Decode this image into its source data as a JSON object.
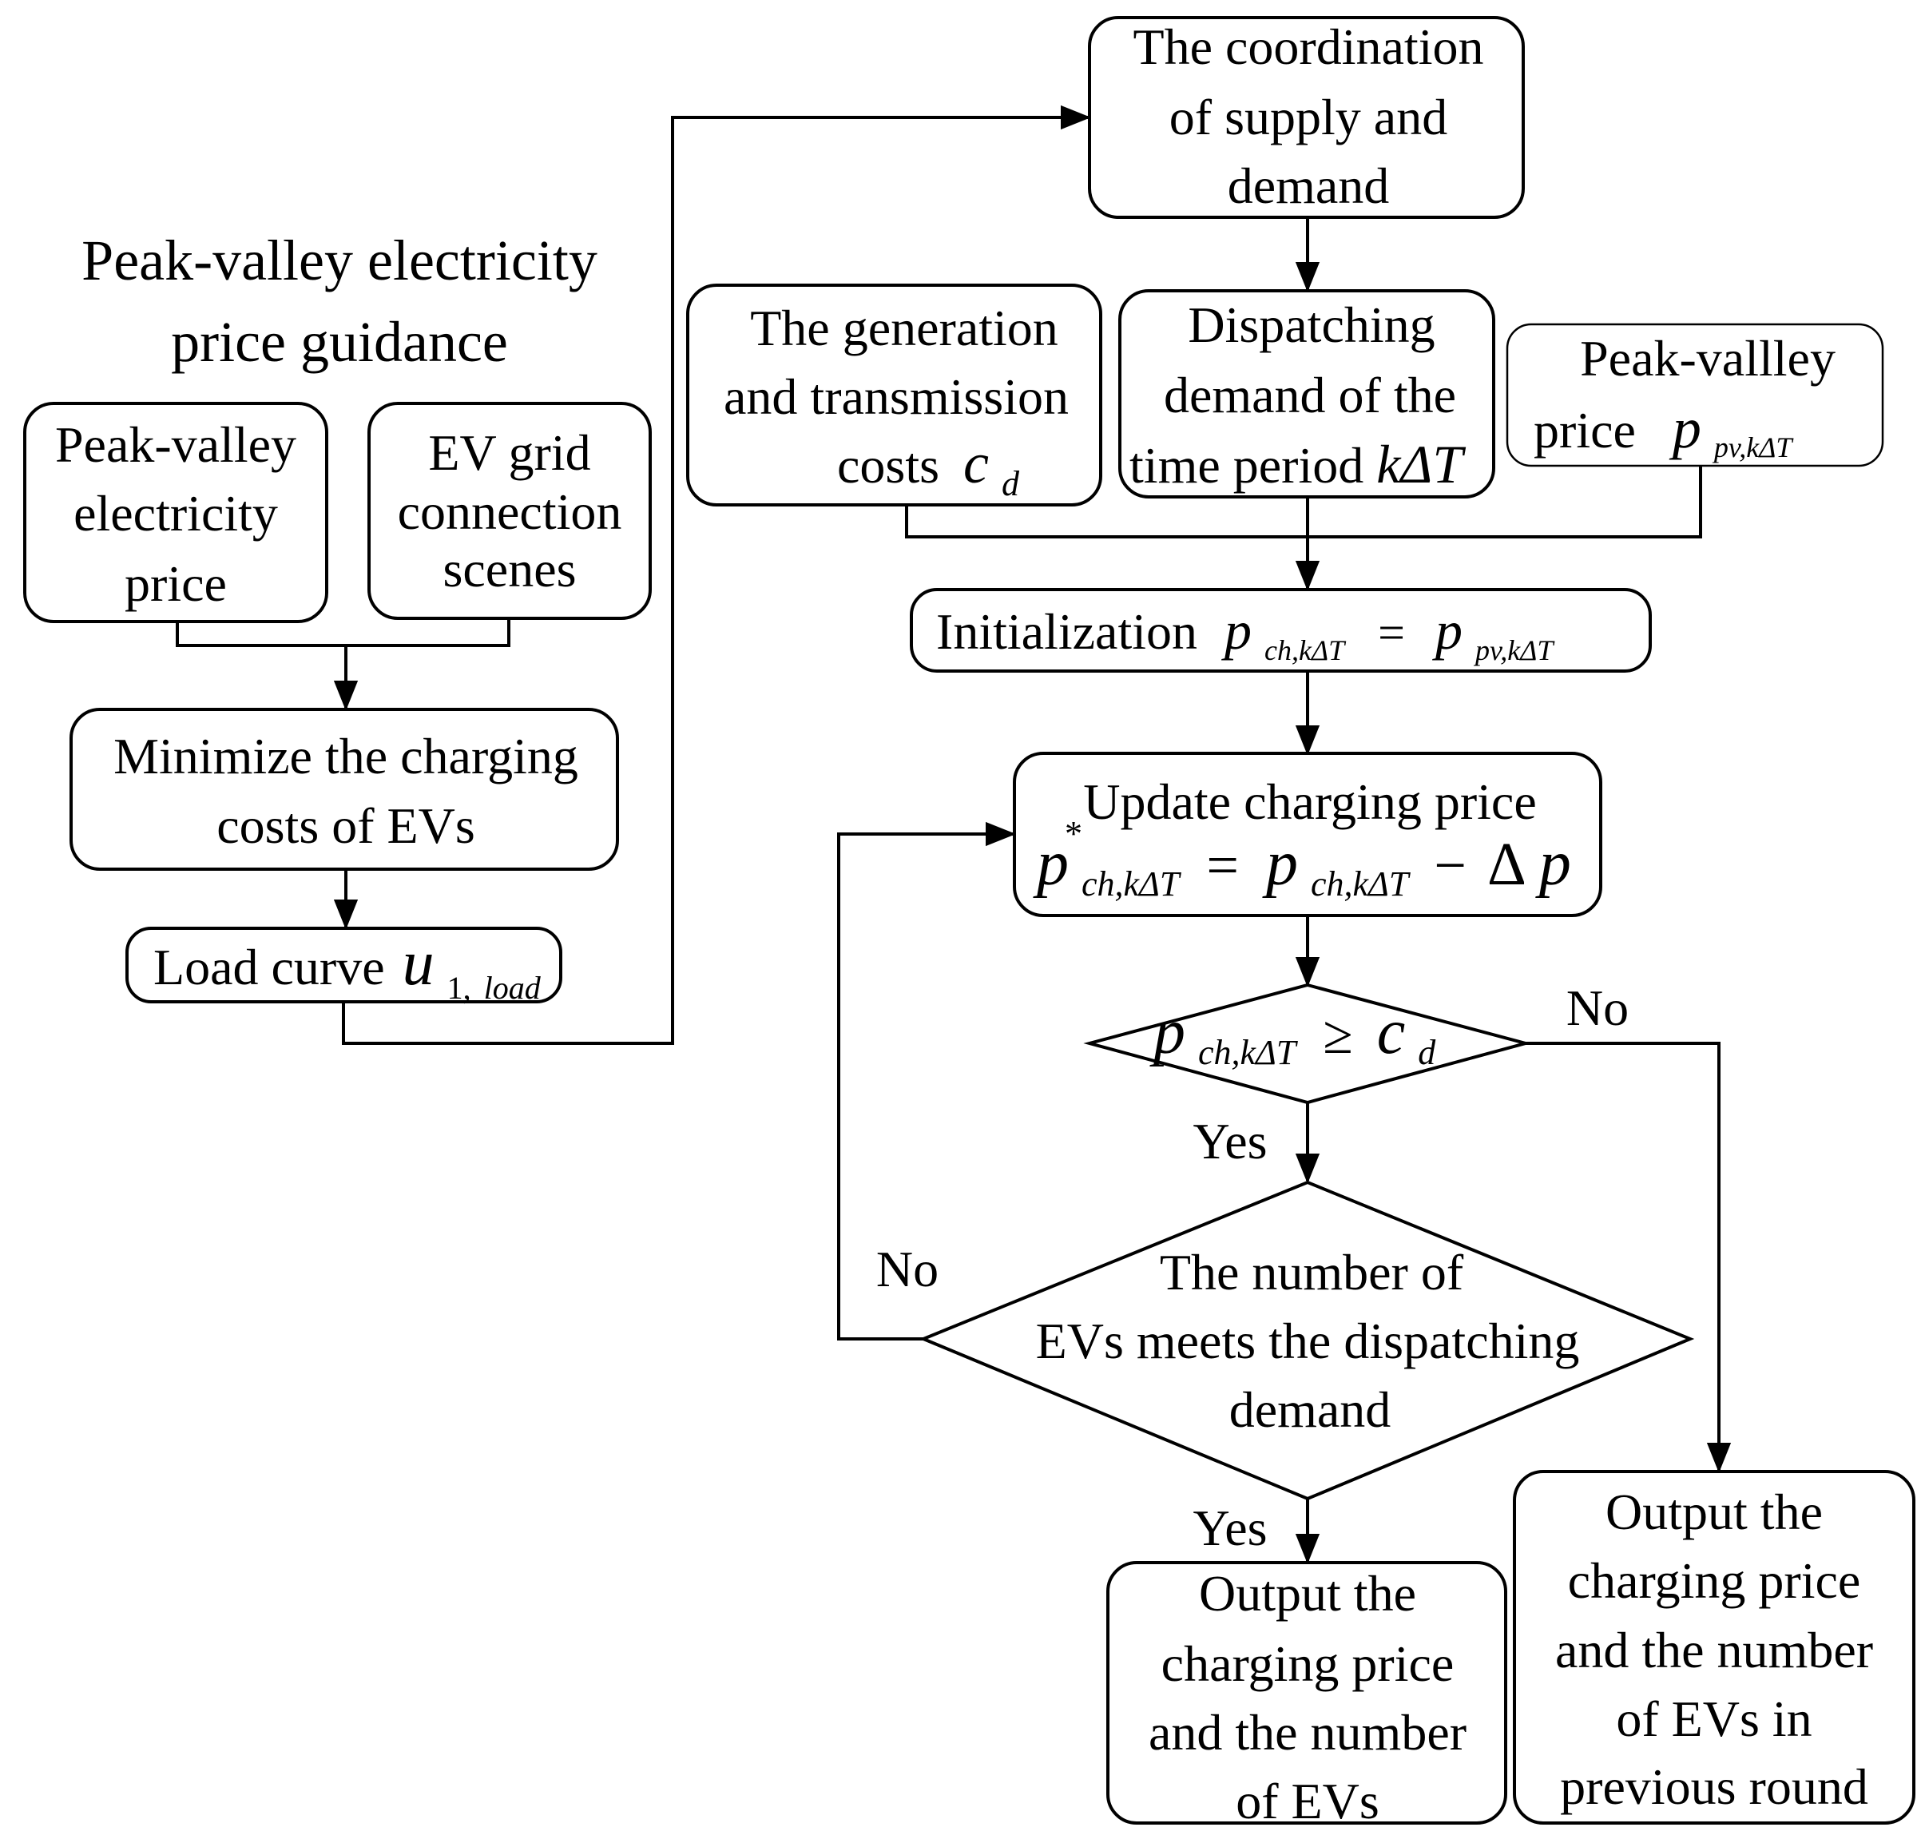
{
  "title": {
    "line1": "Peak-valley electricity",
    "line2": "price guidance"
  },
  "left": {
    "peak_valley_price_box": [
      "Peak-valley",
      "electricity",
      "price"
    ],
    "ev_grid_box": [
      "EV grid",
      "connection",
      "scenes"
    ],
    "minimize_box": [
      "Minimize the charging",
      "costs of EVs"
    ],
    "load_curve": {
      "label": "Load curve",
      "symbol": "u",
      "sub_num": "1,",
      "sub_it": "load"
    }
  },
  "right": {
    "coordination_box": [
      "The coordination",
      "of supply and",
      "demand"
    ],
    "generation_box": {
      "lines": [
        "The generation",
        "and transmission",
        "costs"
      ],
      "symbol": "c",
      "sub": "d"
    },
    "dispatching_box": {
      "lines": [
        "Dispatching",
        "demand of the",
        "time period"
      ],
      "symbol": "kΔT"
    },
    "peak_valley_box": {
      "lines": [
        "Peak-vallley",
        "price"
      ],
      "symbol": "p",
      "sub": "pv,kΔT"
    },
    "initialization": {
      "label": "Initialization",
      "lhs": "p",
      "lhs_sub": "ch,kΔT",
      "op": "=",
      "rhs": "p",
      "rhs_sub": "pv,kΔT"
    },
    "update": {
      "label": "Update charging price",
      "star": "*",
      "lhs": "p",
      "lhs_sub": "ch,kΔT",
      "op": "=",
      "mid": "p",
      "mid_sub": "ch,kΔT",
      "minus": "−",
      "delta": "Δ",
      "dp": "p"
    },
    "decision1": {
      "lhs": "p",
      "lhs_sub": "ch,kΔT",
      "op": "≥",
      "rhs": "c",
      "rhs_sub": "d"
    },
    "decision2": [
      "The number of",
      "EVs meets the dispatching",
      "demand"
    ],
    "output_yes": [
      "Output the",
      "charging price",
      "and the number",
      "of EVs"
    ],
    "output_no": [
      "Output the",
      "charging price",
      "and the number",
      "of EVs  in",
      "previous round"
    ]
  },
  "labels": {
    "yes1": "Yes",
    "yes2": "Yes",
    "no1": "No",
    "no2": "No"
  }
}
